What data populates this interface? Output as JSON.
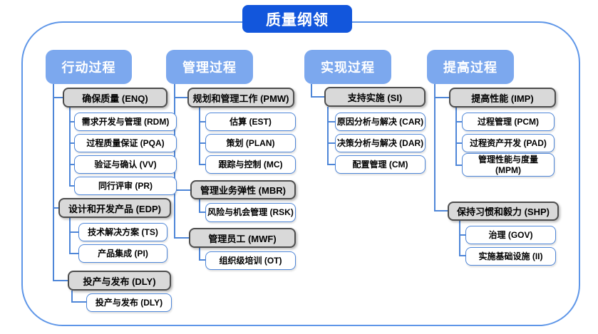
{
  "title": "质量纲领",
  "colors": {
    "title_bg": "#1256dc",
    "header_bg": "#7ca8ee",
    "connector_blue": "#4e86d8",
    "frame_border": "#5e96e8",
    "group_box_fill": "#d9d9d9",
    "group_box_border": "#4d4d4d",
    "leaf_box_border": "#4e86d8"
  },
  "columns": [
    {
      "header": "行动过程",
      "groups": [
        {
          "label": "确保质量 (ENQ)",
          "children": [
            "需求开发与管理 (RDM)",
            "过程质量保证 (PQA)",
            "验证与确认 (VV)",
            "同行评审 (PR)"
          ]
        },
        {
          "label": "设计和开发产品 (EDP)",
          "children": [
            "技术解决方案 (TS)",
            "产品集成 (PI)"
          ]
        },
        {
          "label": "投产与发布 (DLY)",
          "children": [
            "投产与发布 (DLY)"
          ]
        }
      ]
    },
    {
      "header": "管理过程",
      "groups": [
        {
          "label": "规划和管理工作 (PMW)",
          "children": [
            "估算 (EST)",
            "策划 (PLAN)",
            "跟踪与控制 (MC)"
          ]
        },
        {
          "label": "管理业务弹性 (MBR)",
          "children": [
            "风险与机会管理 (RSK)"
          ]
        },
        {
          "label": "管理员工 (MWF)",
          "children": [
            "组织级培训 (OT)"
          ]
        }
      ]
    },
    {
      "header": "实现过程",
      "groups": [
        {
          "label": "支持实施 (SI)",
          "children": [
            "原因分析与解决 (CAR)",
            "决策分析与解决 (DAR)",
            "配置管理 (CM)"
          ]
        }
      ]
    },
    {
      "header": "提高过程",
      "groups": [
        {
          "label": "提高性能 (IMP)",
          "children": [
            "过程管理 (PCM)",
            "过程资产开发 (PAD)",
            "管理性能与度量\n(MPM)"
          ]
        },
        {
          "label": "保持习惯和毅力 (SHP)",
          "children": [
            "治理 (GOV)",
            "实施基础设施 (II)"
          ]
        }
      ]
    }
  ]
}
